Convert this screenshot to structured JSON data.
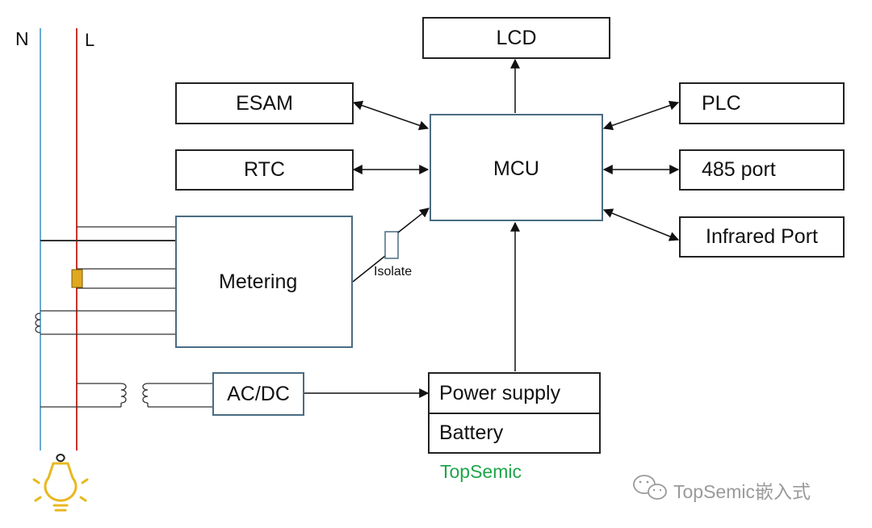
{
  "lines": {
    "neutral": "N",
    "live": "L"
  },
  "blocks": {
    "lcd": "LCD",
    "esam": "ESAM",
    "rtc": "RTC",
    "mcu": "MCU",
    "plc": "PLC",
    "port485": "485 port",
    "infrared": "Infrared Port",
    "metering": "Metering",
    "isolate": "Isolate",
    "acdc": "AC/DC",
    "power_supply": "Power supply",
    "battery": "Battery"
  },
  "brand": "TopSemic",
  "watermark": "TopSemic嵌入式",
  "colors": {
    "neutral_wire": "#6aaad4",
    "live_wire": "#c8322a",
    "brand_text": "#1fa64a",
    "fuse": "#e0a820",
    "bulb": "#e8b820",
    "box_border_blue": "#4a6c82",
    "watermark": "#9a9a9a"
  },
  "icons": [
    "light-bulb-icon",
    "wechat-icon",
    "fuse-icon",
    "transformer-coil-icon"
  ]
}
